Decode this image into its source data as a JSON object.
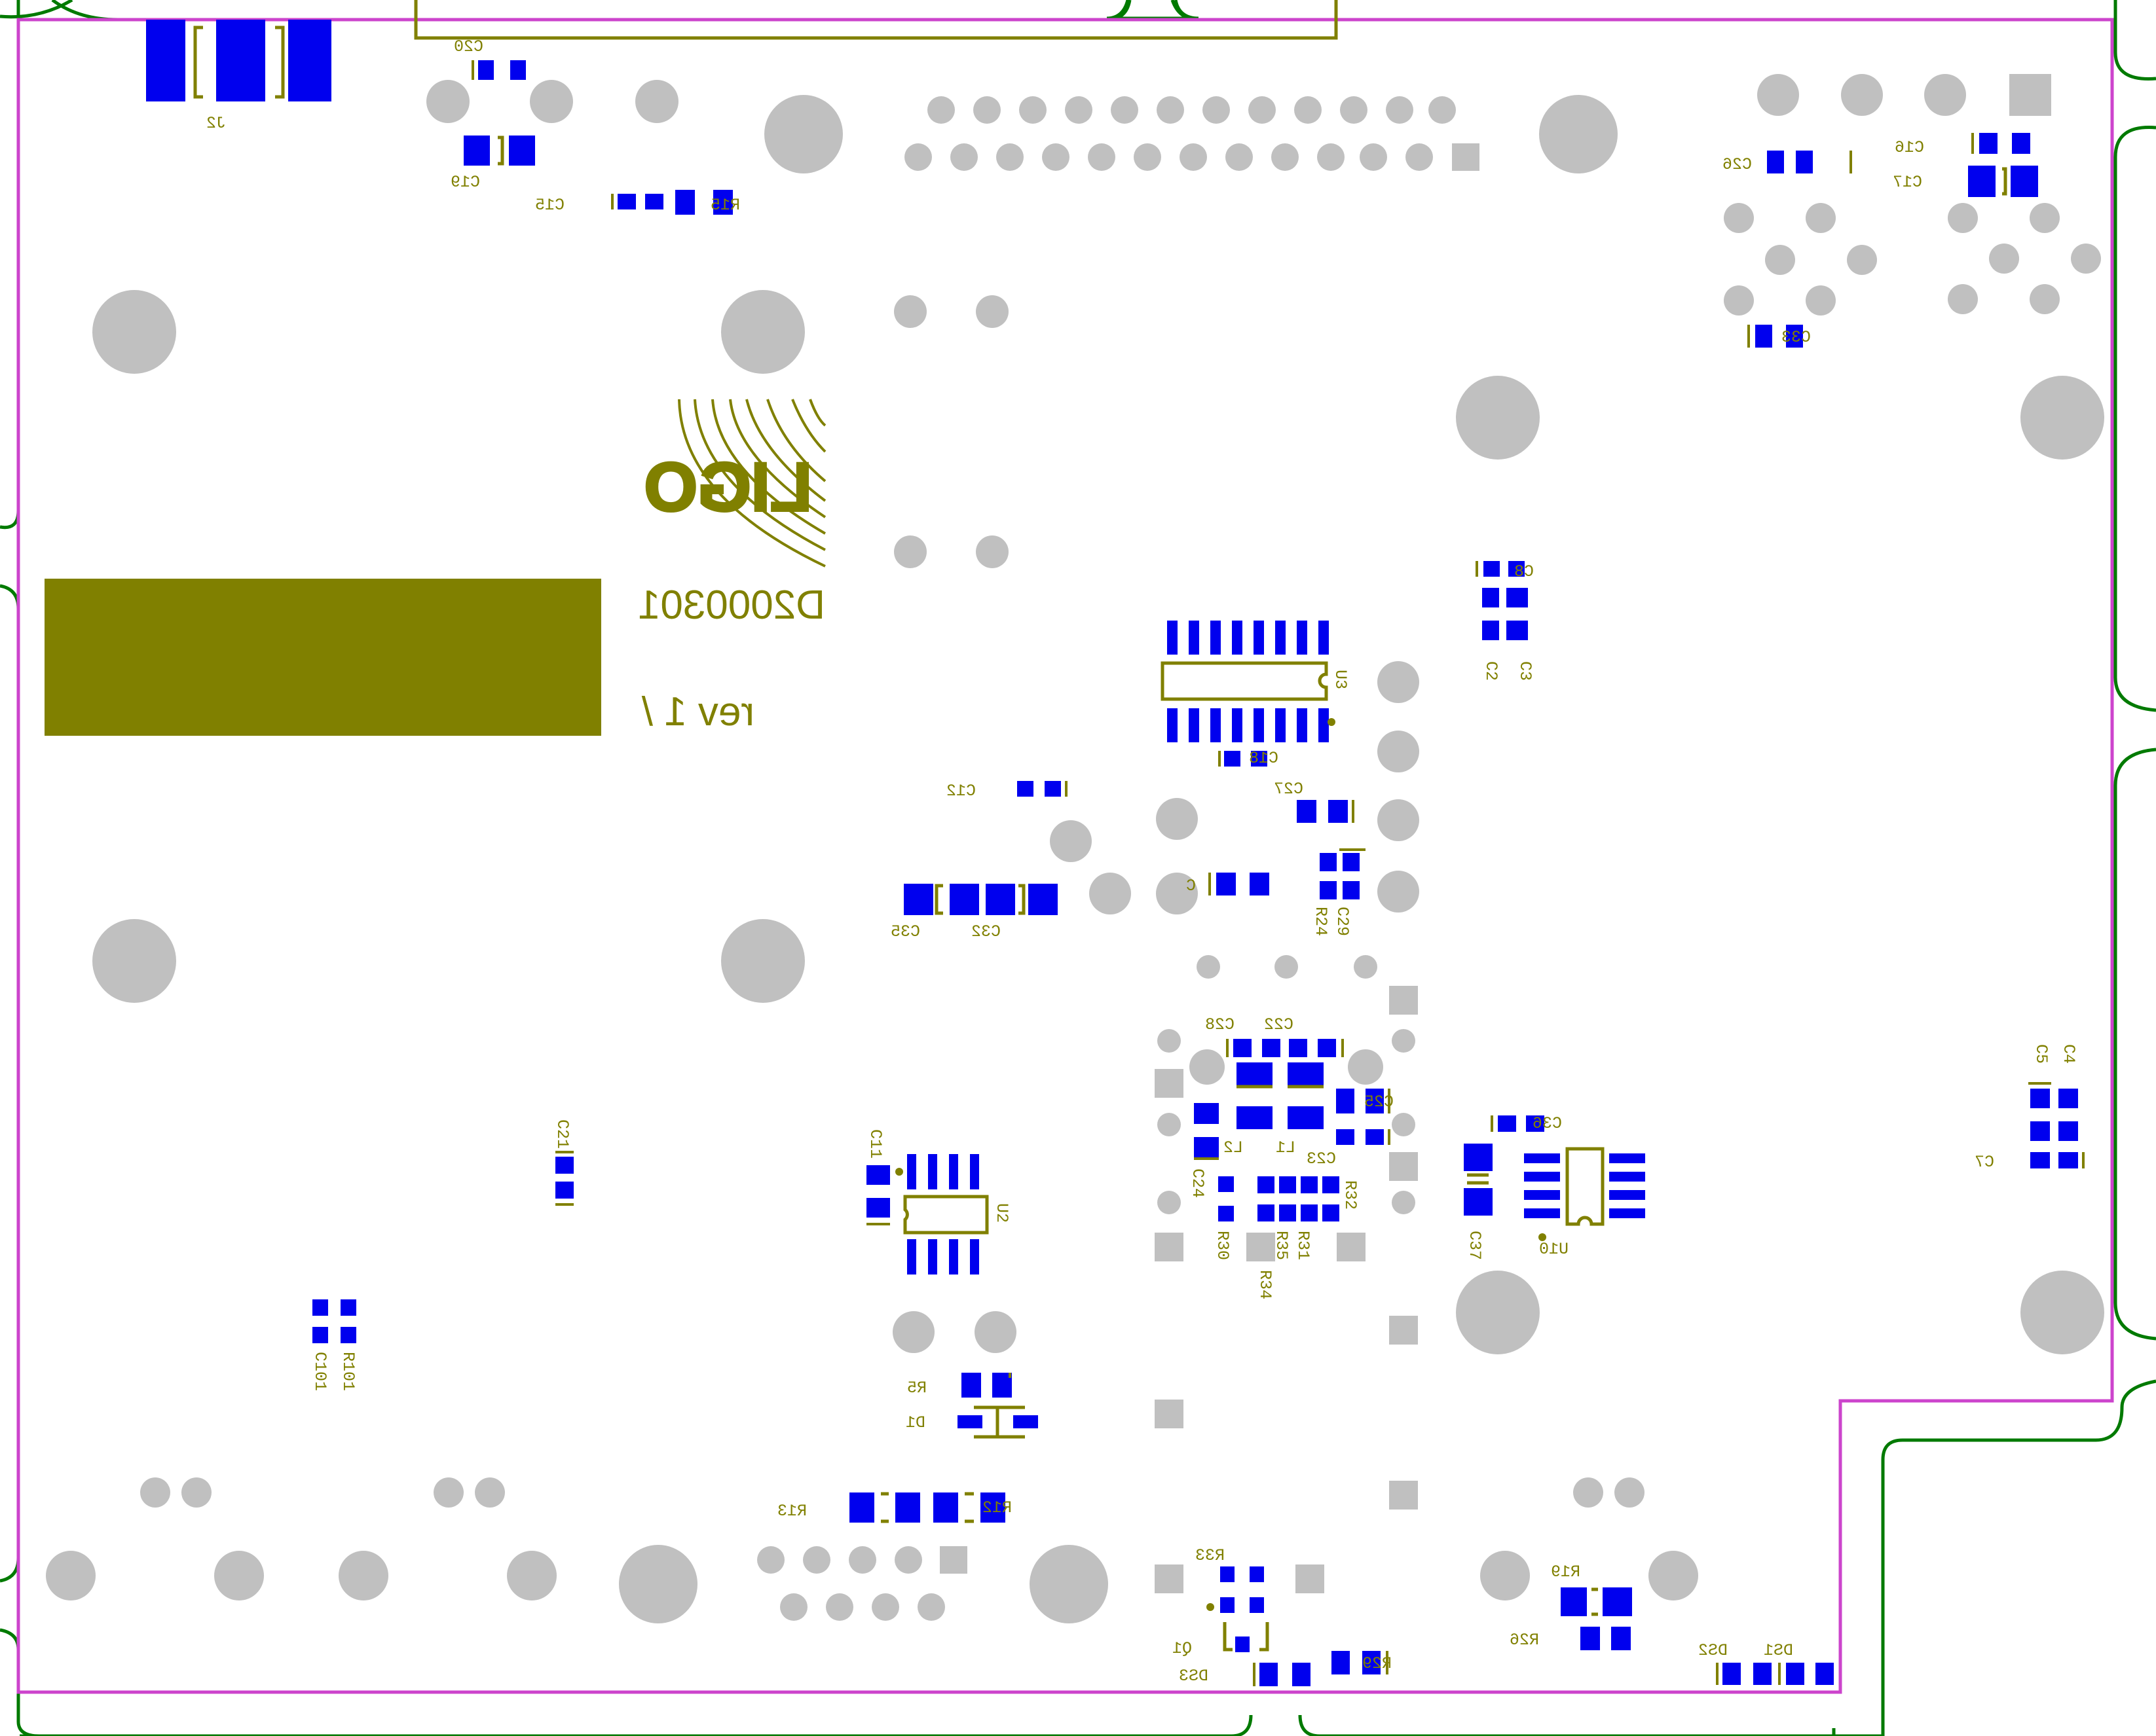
{
  "colors": {
    "background": "#ffffff",
    "board_outline": "#cc44cc",
    "panel_outline": "#007a00",
    "silkscreen": "#808000",
    "copper_pad": "#0000ee",
    "drill_hole": "#c0c0c0"
  },
  "board": {
    "part_number": "D2000301",
    "revision": "rev 1 /",
    "logo_text": "LIGO"
  },
  "designators": {
    "J2": "J2",
    "C20": "C20",
    "C19": "C19",
    "C15": "C15",
    "R15": "R15",
    "C26": "C26",
    "C16": "C16",
    "C17": "C17",
    "C33": "C33",
    "C8": "C8",
    "C2": "C2",
    "C3": "C3",
    "U3": "U3",
    "C18": "C18",
    "C12": "C12",
    "C27": "C27",
    "C1": "C",
    "R24": "R24",
    "C29": "C29",
    "C35": "C35",
    "C32": "C32",
    "C28": "C28",
    "C22": "C22",
    "C25": "C25",
    "L2": "L2",
    "L1": "L1",
    "C23": "C23",
    "C24": "C24",
    "R32": "R32",
    "R30": "R30",
    "R35": "R35",
    "R31": "R31",
    "R34": "R34",
    "C36": "C36",
    "C37": "C37",
    "U10": "U10",
    "C5": "C5",
    "C4": "C4",
    "C7": "C7",
    "C21": "C21",
    "C11": "C11",
    "U2": "U2",
    "C101": "C101",
    "R101": "R101",
    "R5": "R5",
    "D1": "D1",
    "R13": "R13",
    "R12": "R12",
    "R33": "R33",
    "Q1": "Q1",
    "DS3": "DS3",
    "R29": "R29",
    "R19": "R19",
    "R26": "R26",
    "DS2": "DS2",
    "DS1": "DS1"
  }
}
